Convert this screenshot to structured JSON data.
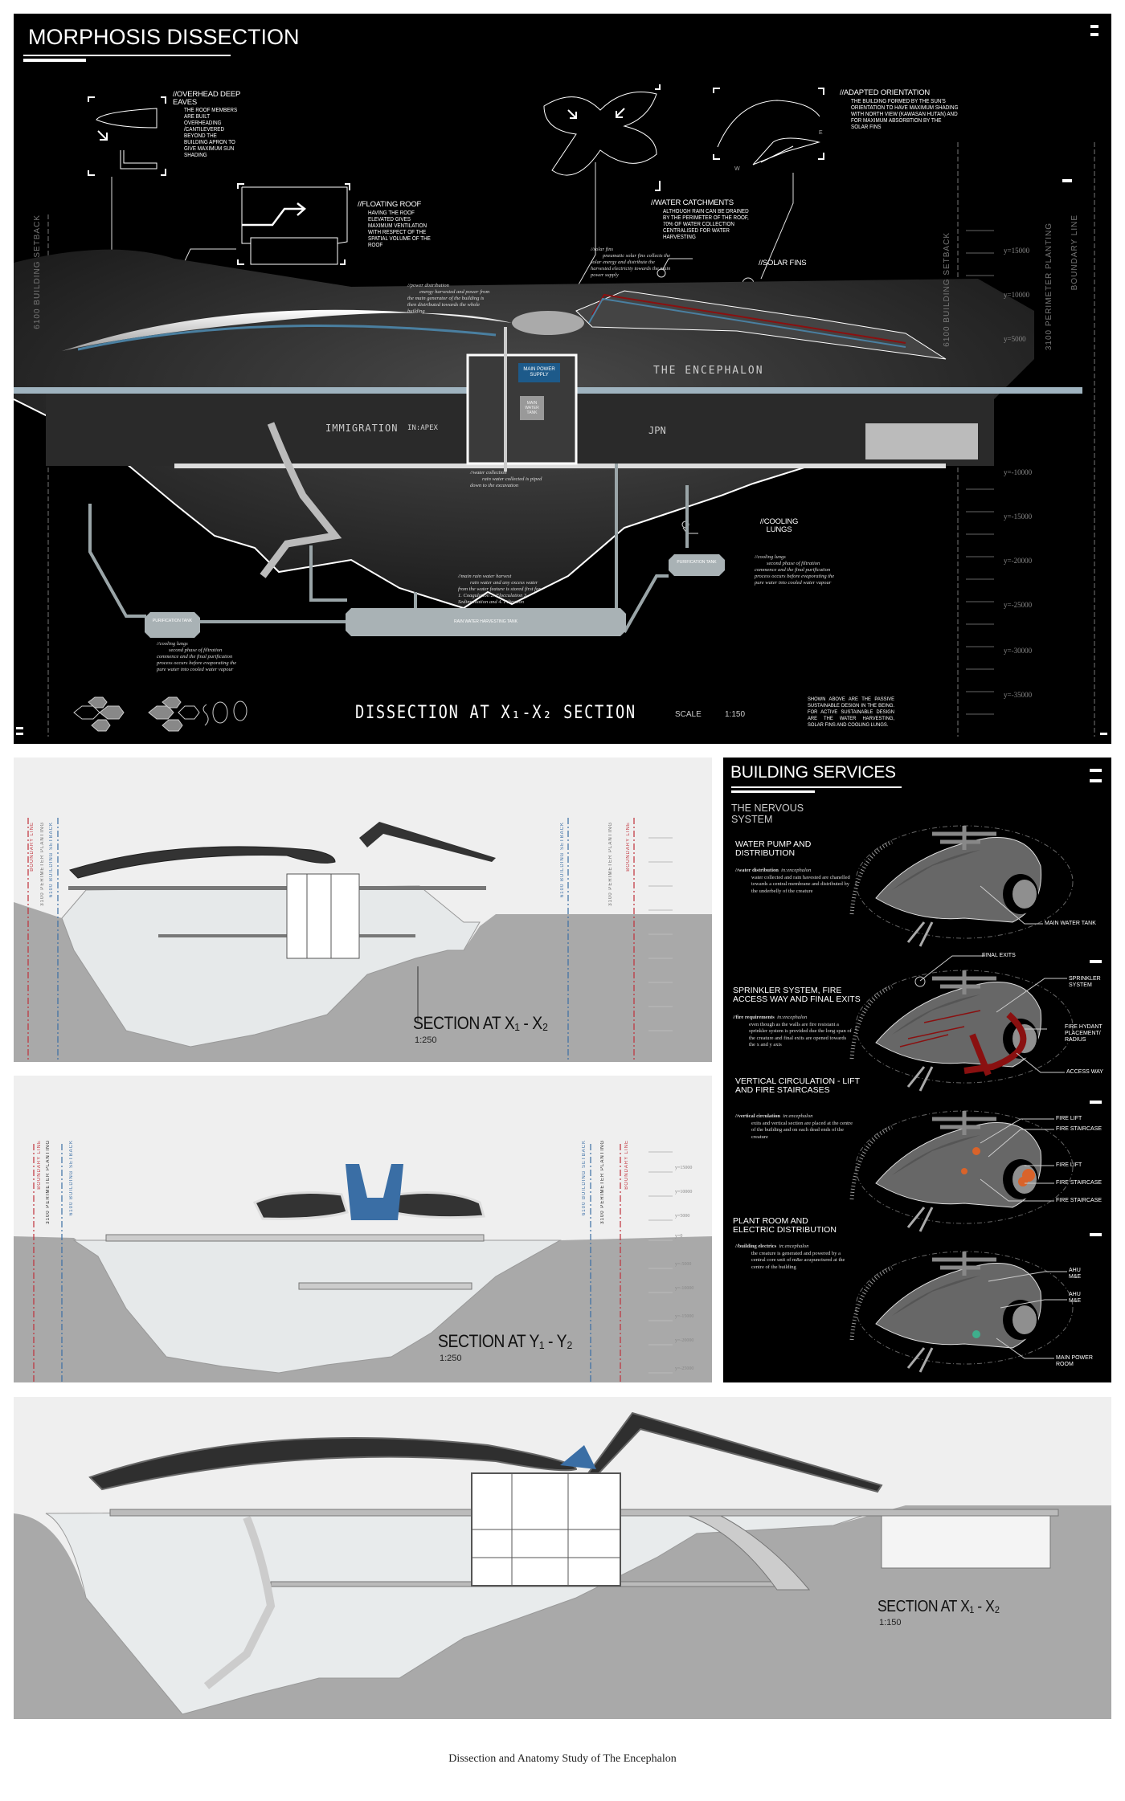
{
  "dissection": {
    "title": "MORPHOSIS DISSECTION",
    "overhead_eaves": {
      "heading": "//OVERHEAD DEEP EAVES",
      "text": "THE ROOF MEMBERS ARE BUILT OVERHEADING /CANTILEVERED BEYOND THE BUILDING APRON TO GIVE MAXIMUM SUN SHADING"
    },
    "floating_roof": {
      "heading": "//FLOATING ROOF",
      "text": "HAVING THE ROOF ELEVATED GIVES MAXIMUM VENTILATION WITH RESPECT OF THE SPATIAL VOLUME OF THE ROOF"
    },
    "water_catchments": {
      "heading": "//WATER CATCHMENTS",
      "text": "ALTHOUGH RAIN CAN BE DRAINED BY THE PERIMETER OF THE ROOF, 70% OF WATER COLLECTION CENTRALISED FOR WATER HARVESTING"
    },
    "adapted_orientation": {
      "heading": "//ADAPTED ORIENTATION",
      "text": "THE BUILDING FORMED BY THE SUN'S ORIENTATION TO HAVE MAXIMUM SHADING WITH NORTH VIEW (KAWASAN HUTAN) AND FOR MAXIMUM ABSORBTION BY THE SOLAR FINS",
      "compass_w": "W",
      "compass_e": "E"
    },
    "solar_fins": {
      "heading": "//SOLAR FINS",
      "note_title": "//solar fins",
      "note": "pneumatic solar fins collects the solar energy and distribute the harvested electricity towards the main power supply"
    },
    "power_distribution": {
      "note_title": "//power distribution",
      "note": "energy harvested and power from the main generator of the building is then distributed towards the whole building"
    },
    "water_collection": {
      "note_title": "//water collection",
      "note": "rain water collected is piped down to the excavation"
    },
    "cooling_lungs": {
      "heading": "//COOLING LUNGS",
      "note_title": "//cooling lungs",
      "note": "second phase of filtration commence and the final purification process occurs before evaporating the pure water into cooled water vapour"
    },
    "rain_harvest": {
      "note_title": "//main rain water harvest",
      "note": "rain water and any excess water from the water feature is stored first for 1. Coagulation 2. Flocculation 3. Sedimentation and 4. Filtration"
    },
    "tanks": {
      "purification": "PURIFICATION TANK",
      "rain_water": "RAIN WATER HARVESTING TANK",
      "main_power": "MAIN POWER SUPPLY",
      "main_water": "MAIN WATER TANK"
    },
    "zones": {
      "encephalon": "THE ENCEPHALON",
      "immigration": "IMMIGRATION",
      "inapex": "IN:APEX",
      "jpn": "JPN"
    },
    "setback_labels": {
      "left": "6100 BUILDING SETBACK",
      "right_setback": "6100 BUILDING SETBACK",
      "planting": "3100 PERIMETER PLANTING",
      "boundary": "BOUNDARY LINE"
    },
    "levels": [
      "y=15000",
      "y=10000",
      "y=5000",
      "y=-10000",
      "y=-15000",
      "y=-20000",
      "y=-25000",
      "y=-30000",
      "y=-35000"
    ],
    "section_title": "DISSECTION AT X₁-X₂ SECTION",
    "scale_label": "SCALE",
    "scale_value": "1:150",
    "summary": "SHOWN ABOVE ARE THE PASSIVE SUSTAINABLE DESIGN IN THE BEING. FOR ACTIVE SUSTAINABLE DESIGN ARE THE WATER HARVESTING, SOLAR FINS AND COOLING LUNGS."
  },
  "section_x": {
    "title": "SECTION AT X₁ - X₂",
    "scale": "1:250",
    "boundary": "BOUNDARY LINE",
    "planting": "3100 PERIMETER PLANTING",
    "setback": "6100 BUILDING SETBACK"
  },
  "section_y": {
    "title": "SECTION AT Y₁ - Y₂",
    "scale": "1:250",
    "boundary": "BOUNDARY LINE",
    "planting": "3100 PERIMETER PLANTING",
    "setback": "6100 BUILDING SETBACK",
    "levels": [
      "y=15000",
      "y=10000",
      "y=5000",
      "y=0",
      "y=-5000",
      "y=-10000",
      "y=-15000",
      "y=-20000",
      "y=-25000"
    ]
  },
  "services": {
    "title": "BUILDING SERVICES",
    "subtitle": "THE NERVOUS SYSTEM",
    "items": [
      {
        "heading": "WATER PUMP AND DISTRIBUTION",
        "note_title": "//water distribution",
        "note_tag": "in:encephalon",
        "note": "water collected and rain havested are chanelled towards a central membrane and distributed by the underbelly of the creature",
        "labels": [
          "MAIN WATER TANK"
        ]
      },
      {
        "heading": "SPRINKLER SYSTEM, FIRE ACCESS WAY AND FINAL EXITS",
        "note_title": "//fire requirements",
        "note_tag": "in:encephalon",
        "note": "even though as the walls are fire resistant a sprinkler system is provided due the long span of the creature and final exits are opened towards the x and y axis",
        "labels": [
          "FINAL EXITS",
          "SPRINKLER SYSTEM",
          "FIRE HYDANT PLACEMENT/ RADIUS",
          "ACCESS WAY"
        ]
      },
      {
        "heading": "VERTICAL CIRCULATION - LIFT AND FIRE STAIRCASES",
        "note_title": "//vertical circulation",
        "note_tag": "in:encephalon",
        "note": "exits and vertical section are placed at the centre of the building and on each dead ends of the creature",
        "labels": [
          "FIRE LIFT",
          "FIRE STAIRCASE",
          "FIRE LIFT",
          "FIRE STAIRCASE",
          "FIRE STAIRCASE"
        ]
      },
      {
        "heading": "PLANT ROOM AND ELECTRIC DISTRIBUTION",
        "note_title": "//building electrics",
        "note_tag": "in:encephalon",
        "note": "the creature is generated and powered by a central core unit of m&e acupunctured at the centre of the building",
        "labels": [
          "AHU M&E",
          "AHU M&E",
          "MAIN POWER ROOM"
        ]
      }
    ]
  },
  "section_x_large": {
    "title": "SECTION AT X₁ - X₂",
    "scale": "1:150"
  },
  "caption": "Dissection and Anatomy Study of The Encephalon",
  "colors": {
    "boundary": "#c0303a",
    "setback": "#3a6ea5",
    "ground": "#a9a9a9",
    "pipe_blue": "#4a7fa0",
    "fire_red": "#8a1010",
    "stair_orange": "#d9632a"
  }
}
